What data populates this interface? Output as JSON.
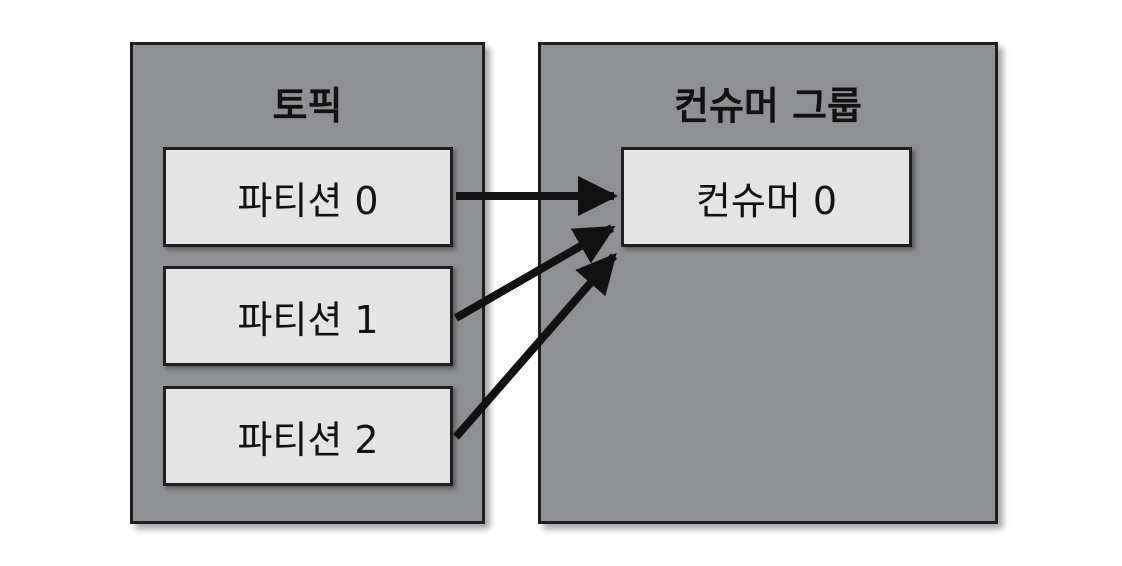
{
  "topic": {
    "title": "토픽",
    "partitions": [
      {
        "label": "파티션 0"
      },
      {
        "label": "파티션 1"
      },
      {
        "label": "파티션 2"
      }
    ]
  },
  "consumer_group": {
    "title": "컨슈머 그룹",
    "consumers": [
      {
        "label": "컨슈머 0"
      }
    ]
  },
  "colors": {
    "panel_fill": "#8f9093",
    "box_fill": "#e4e4e4",
    "stroke": "#1e1e1e"
  },
  "edges": [
    {
      "from": "파티션 0",
      "to": "컨슈머 0"
    },
    {
      "from": "파티션 1",
      "to": "컨슈머 0"
    },
    {
      "from": "파티션 2",
      "to": "컨슈머 0"
    }
  ]
}
